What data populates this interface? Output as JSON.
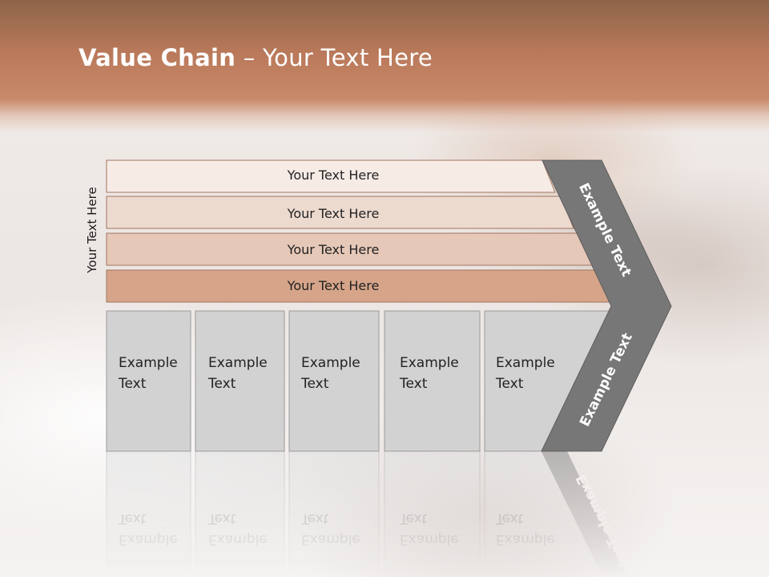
{
  "slide": {
    "title_bold": "Value Chain",
    "title_rest": " – Your Text Here",
    "side_label": "Your Text Here"
  },
  "bands": [
    {
      "label": "Your Text Here",
      "fill": "#f7ebe6"
    },
    {
      "label": "Your Text Here",
      "fill": "#eddacf"
    },
    {
      "label": "Your Text Here",
      "fill": "#e6c8b8"
    },
    {
      "label": "Your Text Here",
      "fill": "#d6a589"
    }
  ],
  "columns": [
    {
      "line1": "Example",
      "line2": "Text"
    },
    {
      "line1": "Example",
      "line2": "Text"
    },
    {
      "line1": "Example",
      "line2": "Text"
    },
    {
      "line1": "Example",
      "line2": "Text"
    },
    {
      "line1": "Example",
      "line2": "Text"
    }
  ],
  "chevron": {
    "upper_label": "Example Text",
    "lower_label": "Example Text",
    "fill": "#777777"
  },
  "colors": {
    "band_stroke": "#a07560",
    "column_fill": "#d2d2d2",
    "column_stroke": "#9a9a9a"
  }
}
